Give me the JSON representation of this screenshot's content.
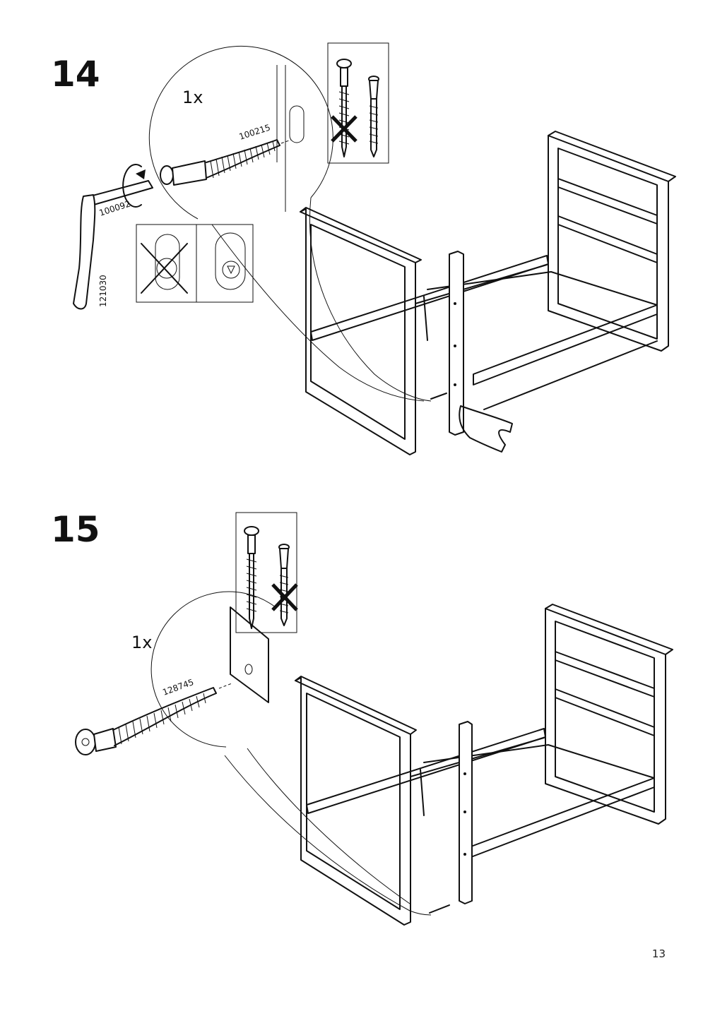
{
  "page_number": "13",
  "steps": [
    {
      "number": "14",
      "quantity": "1x",
      "parts": {
        "screw": "100215",
        "allen_key": "100092",
        "dowel": "121030"
      }
    },
    {
      "number": "15",
      "quantity": "1x",
      "parts": {
        "screw": "128745"
      }
    }
  ],
  "icons": [
    "correct-screw-icon",
    "wrong-screw-icon",
    "cross-mark-icon",
    "hand-press-icon",
    "rotate-arrow-icon"
  ]
}
